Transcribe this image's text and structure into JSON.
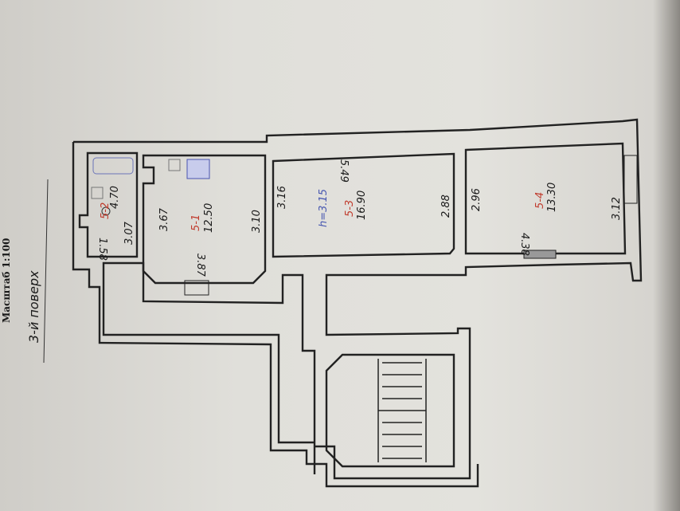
{
  "title": "Масштаб 1:100",
  "floor": "3-й поверх",
  "colors": {
    "room_number": "#c0392b",
    "height": "#4656b0",
    "walls": "#222222"
  },
  "rooms": [
    {
      "id": "5-1",
      "area": "12.50",
      "dims": [
        "3.67",
        "3.10",
        "3.87"
      ]
    },
    {
      "id": "5-2",
      "area": "4.70",
      "dims": [
        "3.07",
        "1.58"
      ]
    },
    {
      "id": "5-3",
      "area": "16.90",
      "height": "h=3.15",
      "dims": [
        "3.16",
        "2.88",
        "5.49"
      ]
    },
    {
      "id": "5-4",
      "area": "13.30",
      "dims": [
        "2.96",
        "3.12",
        "4.38"
      ]
    }
  ]
}
